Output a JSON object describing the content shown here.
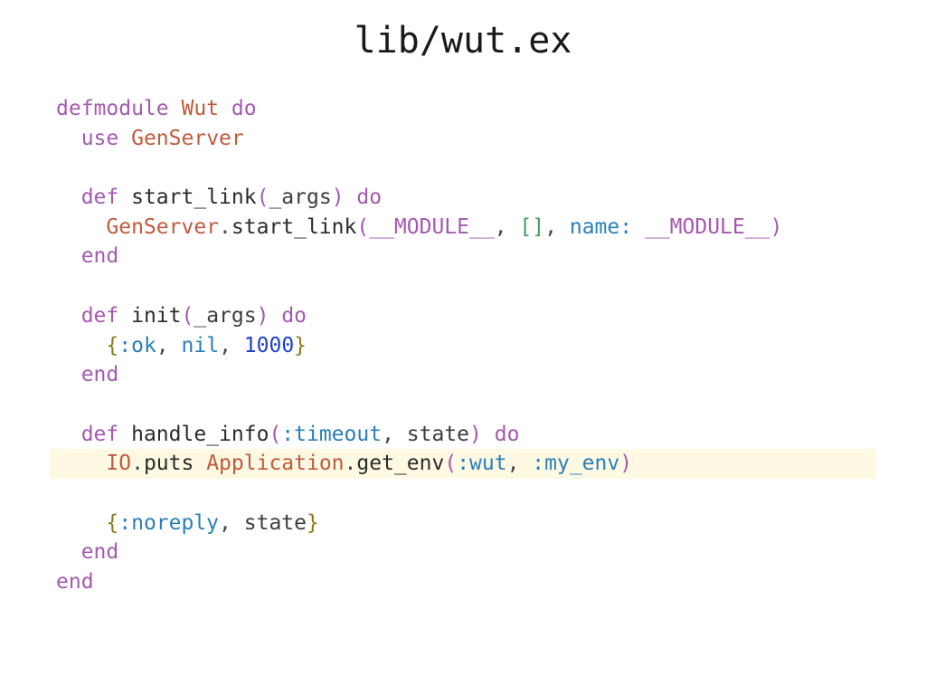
{
  "slide": {
    "title": "lib/wut.ex"
  },
  "colors": {
    "keyword": "#a35ab0",
    "module": "#c15a3e",
    "atom": "#2b7fb8",
    "number": "#2040c8",
    "brace": "#8a7a1a",
    "bracket": "#3e9e5e",
    "highlight_bg": "#fdf9e3"
  },
  "code": {
    "language": "elixir",
    "highlighted_line": 15,
    "lines": [
      [
        [
          "keyword",
          "defmodule"
        ],
        [
          "ws",
          " "
        ],
        [
          "module",
          "Wut"
        ],
        [
          "ws",
          " "
        ],
        [
          "keyword",
          "do"
        ]
      ],
      [
        [
          "ws",
          "  "
        ],
        [
          "keyword",
          "use"
        ],
        [
          "ws",
          " "
        ],
        [
          "module",
          "GenServer"
        ]
      ],
      [],
      [
        [
          "ws",
          "  "
        ],
        [
          "keyword",
          "def"
        ],
        [
          "ws",
          " "
        ],
        [
          "fn",
          "start_link"
        ],
        [
          "paren",
          "("
        ],
        [
          "var",
          "_args"
        ],
        [
          "paren",
          ")"
        ],
        [
          "ws",
          " "
        ],
        [
          "keyword",
          "do"
        ]
      ],
      [
        [
          "ws",
          "    "
        ],
        [
          "module",
          "GenServer"
        ],
        [
          "punct",
          "."
        ],
        [
          "fn",
          "start_link"
        ],
        [
          "paren",
          "("
        ],
        [
          "special",
          "__MODULE__"
        ],
        [
          "punct",
          ","
        ],
        [
          "ws",
          " "
        ],
        [
          "bracket",
          "[]"
        ],
        [
          "punct",
          ","
        ],
        [
          "ws",
          " "
        ],
        [
          "atom",
          "name:"
        ],
        [
          "ws",
          " "
        ],
        [
          "special",
          "__MODULE__"
        ],
        [
          "paren",
          ")"
        ]
      ],
      [
        [
          "ws",
          "  "
        ],
        [
          "keyword",
          "end"
        ]
      ],
      [],
      [
        [
          "ws",
          "  "
        ],
        [
          "keyword",
          "def"
        ],
        [
          "ws",
          " "
        ],
        [
          "fn",
          "init"
        ],
        [
          "paren",
          "("
        ],
        [
          "var",
          "_args"
        ],
        [
          "paren",
          ")"
        ],
        [
          "ws",
          " "
        ],
        [
          "keyword",
          "do"
        ]
      ],
      [
        [
          "ws",
          "    "
        ],
        [
          "brace",
          "{"
        ],
        [
          "atom",
          ":ok"
        ],
        [
          "punct",
          ","
        ],
        [
          "ws",
          " "
        ],
        [
          "atom",
          "nil"
        ],
        [
          "punct",
          ","
        ],
        [
          "ws",
          " "
        ],
        [
          "number",
          "1000"
        ],
        [
          "brace",
          "}"
        ]
      ],
      [
        [
          "ws",
          "  "
        ],
        [
          "keyword",
          "end"
        ]
      ],
      [],
      [
        [
          "ws",
          "  "
        ],
        [
          "keyword",
          "def"
        ],
        [
          "ws",
          " "
        ],
        [
          "fn",
          "handle_info"
        ],
        [
          "paren",
          "("
        ],
        [
          "atom",
          ":timeout"
        ],
        [
          "punct",
          ","
        ],
        [
          "ws",
          " "
        ],
        [
          "var",
          "state"
        ],
        [
          "paren",
          ")"
        ],
        [
          "ws",
          " "
        ],
        [
          "keyword",
          "do"
        ]
      ],
      [
        [
          "ws",
          "    "
        ],
        [
          "module",
          "IO"
        ],
        [
          "punct",
          "."
        ],
        [
          "fn",
          "puts"
        ],
        [
          "ws",
          " "
        ],
        [
          "module",
          "Application"
        ],
        [
          "punct",
          "."
        ],
        [
          "fn",
          "get_env"
        ],
        [
          "paren",
          "("
        ],
        [
          "atom",
          ":wut"
        ],
        [
          "punct",
          ","
        ],
        [
          "ws",
          " "
        ],
        [
          "atom",
          ":my_env"
        ],
        [
          "paren",
          ")"
        ]
      ],
      [],
      [
        [
          "ws",
          "    "
        ],
        [
          "brace",
          "{"
        ],
        [
          "atom",
          ":noreply"
        ],
        [
          "punct",
          ","
        ],
        [
          "ws",
          " "
        ],
        [
          "var",
          "state"
        ],
        [
          "brace",
          "}"
        ]
      ],
      [
        [
          "ws",
          "  "
        ],
        [
          "keyword",
          "end"
        ]
      ],
      [
        [
          "keyword",
          "end"
        ]
      ]
    ]
  }
}
